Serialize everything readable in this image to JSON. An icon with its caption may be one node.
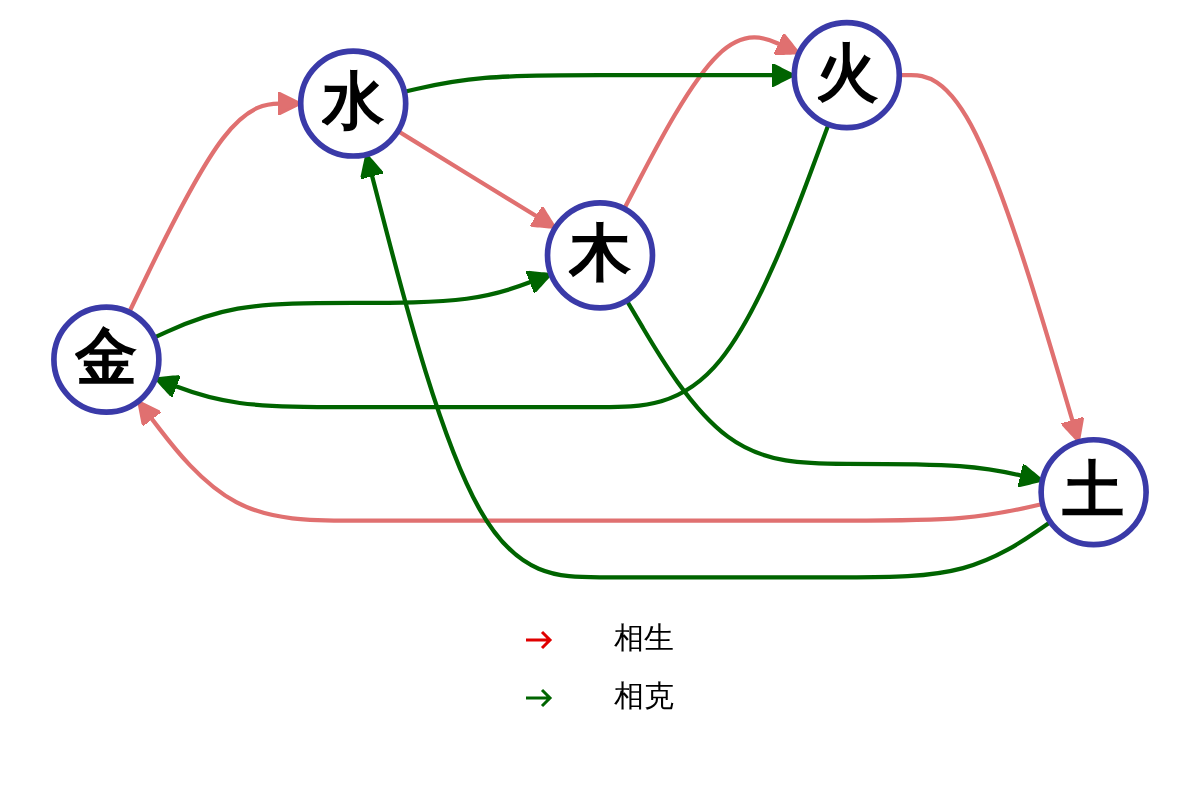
{
  "diagram": {
    "nodes": [
      {
        "text": [
          "金"
        ]
      },
      {
        "text": [
          "土"
        ]
      },
      {
        "text": [
          "水"
        ]
      },
      {
        "text": [
          "火"
        ]
      },
      {
        "text": [
          "木"
        ]
      }
    ],
    "edges": [
      {
        "from": 0,
        "to": 2,
        "arrow": "to",
        "color": "#e07070"
      },
      {
        "from": 2,
        "to": 4,
        "arrow": "to",
        "color": "#e07070"
      },
      {
        "from": 4,
        "to": 3,
        "arrow": "to",
        "color": "#e07070"
      },
      {
        "from": 3,
        "to": 1,
        "arrow": "to",
        "color": "#e07070"
      },
      {
        "from": 1,
        "to": 0,
        "arrow": "to",
        "color": "#e07070"
      },
      {
        "from": 1,
        "to": 2,
        "arrow": "to",
        "color": "#006400"
      },
      {
        "from": 2,
        "to": 3,
        "arrow": "to",
        "color": "#006400"
      },
      {
        "from": 0,
        "to": 4,
        "arrow": "to",
        "color": "#006400"
      },
      {
        "from": 4,
        "to": 1,
        "arrow": "to",
        "color": "#006400"
      },
      {
        "from": 3,
        "to": 0,
        "arrow": "to",
        "color": "#006400"
      }
    ],
    "legend": [
      {
        "text": "相生",
        "color": "#e00000"
      },
      {
        "text": "相克",
        "color": "#006400"
      }
    ]
  }
}
